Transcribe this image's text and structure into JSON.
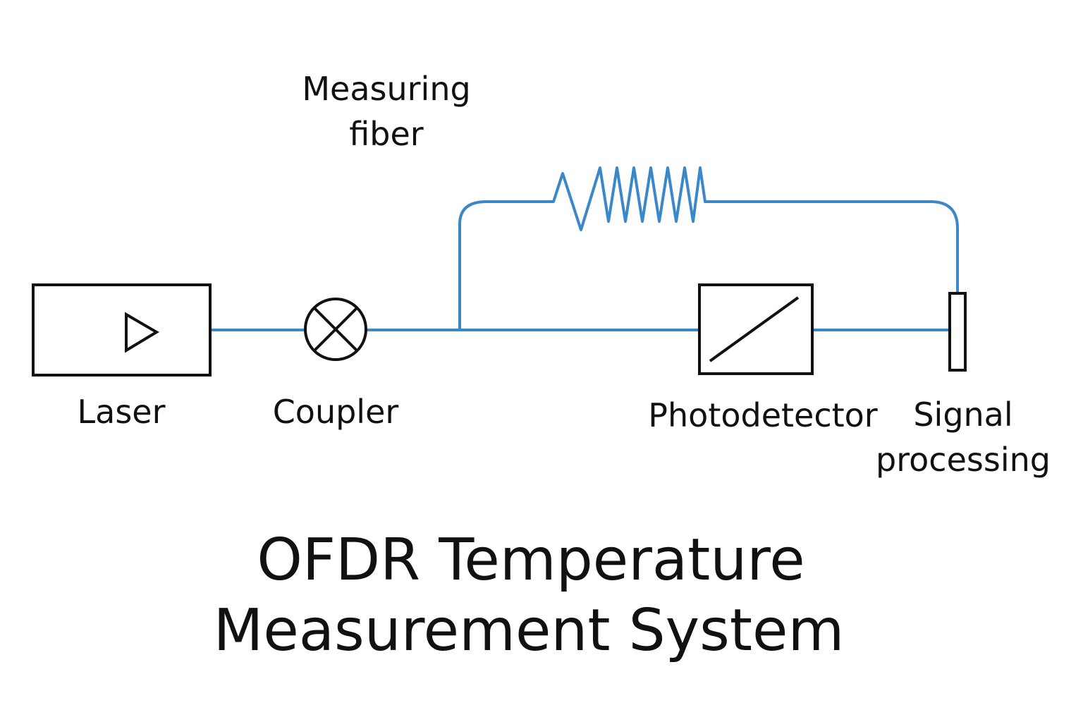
{
  "title": {
    "line1": "OFDR Temperature",
    "line2": "Measurement System"
  },
  "components": {
    "laser": {
      "label": "Laser",
      "icon": "triangle-play-icon"
    },
    "coupler": {
      "label": "Coupler",
      "icon": "circle-x-icon"
    },
    "measuring_fiber": {
      "label_line1": "Measuring",
      "label_line2": "fiber",
      "icon": "fiber-coil-icon"
    },
    "photodetector": {
      "label": "Photodetector",
      "icon": "diagonal-line-icon"
    },
    "signal_processing": {
      "label_line1": "Signal",
      "label_line2": "processing"
    }
  },
  "colors": {
    "fiber": "#3a87c9",
    "outline": "#111111",
    "text": "#111111",
    "background": "#ffffff"
  }
}
